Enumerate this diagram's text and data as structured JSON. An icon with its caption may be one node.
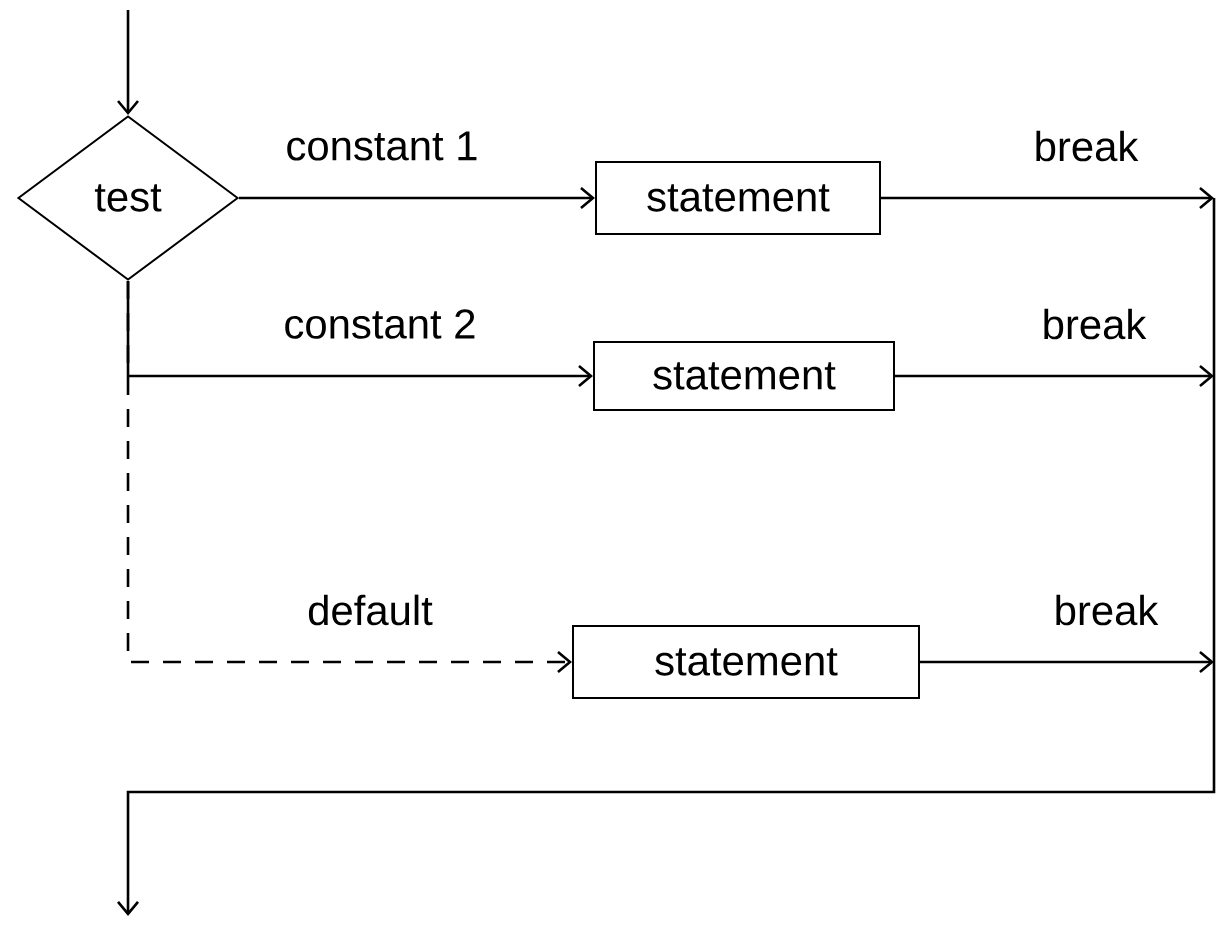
{
  "diagram": {
    "nodes": [
      {
        "text": [
          "test"
        ]
      },
      {
        "text": [
          "statement"
        ]
      },
      {
        "text": [
          "statement"
        ]
      },
      {
        "text": [
          "statement"
        ]
      }
    ],
    "edges": [
      {
        "from": null,
        "to": 0,
        "arrow": "to"
      },
      {
        "from": 0,
        "to": 1,
        "arrow": "to",
        "label": "constant 1"
      },
      {
        "from": 0,
        "to": 2,
        "arrow": "to",
        "label": "constant 2"
      },
      {
        "from": 0,
        "to": 3,
        "arrow": "to",
        "label": "default",
        "style": "dashed"
      },
      {
        "from": 1,
        "to": null,
        "arrow": "to",
        "label": "break"
      },
      {
        "from": 2,
        "to": null,
        "arrow": "to",
        "label": "break"
      },
      {
        "from": 3,
        "to": null,
        "arrow": "to",
        "label": "break"
      }
    ]
  }
}
